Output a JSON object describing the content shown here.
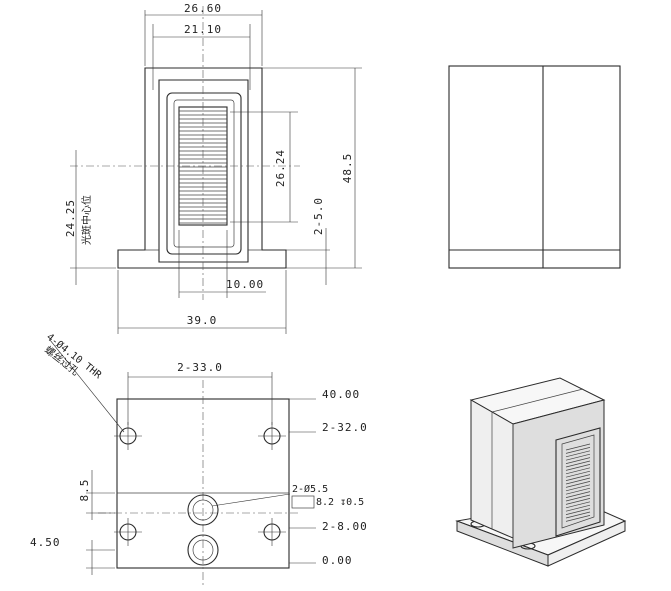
{
  "front_view": {
    "dim_overall_width_top": "26.60",
    "dim_inner_width_top": "21.10",
    "dim_stack_height": "26.24",
    "dim_total_height": "48.5",
    "dim_base_step": "2-5.0",
    "dim_center_height": "24.25",
    "label_center_position": "光斑中心位",
    "dim_window_width": "10.00",
    "dim_base_width": "39.0"
  },
  "bottom_view": {
    "dim_hole_spacing": "2-33.0",
    "label_holes": "4-Ø4.10 THR",
    "label_holes_note": "螺丝过孔",
    "ord_top": "40.00",
    "ord_upper_holes": "2-32.0",
    "label_pin_holes": "2-Ø5.5",
    "label_pin_depth": "8.2 ↧0.5",
    "ord_lower_holes": "2-8.00",
    "ord_bottom": "0.00",
    "dim_pin_offset": "8.5",
    "dim_lower_offset": "4.50"
  }
}
